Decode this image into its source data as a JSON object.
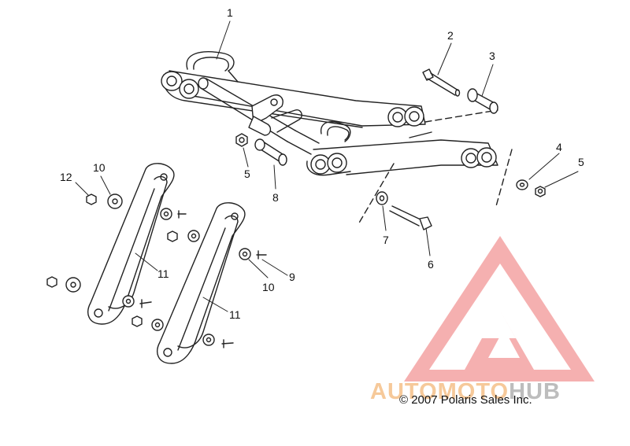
{
  "callouts": [
    {
      "id": "1",
      "text": "1"
    },
    {
      "id": "2",
      "text": "2"
    },
    {
      "id": "3",
      "text": "3"
    },
    {
      "id": "4",
      "text": "4"
    },
    {
      "id": "5a",
      "text": "5"
    },
    {
      "id": "5b",
      "text": "5"
    },
    {
      "id": "6",
      "text": "6"
    },
    {
      "id": "7",
      "text": "7"
    },
    {
      "id": "8",
      "text": "8"
    },
    {
      "id": "9",
      "text": "9"
    },
    {
      "id": "10a",
      "text": "10"
    },
    {
      "id": "10b",
      "text": "10"
    },
    {
      "id": "11a",
      "text": "11"
    },
    {
      "id": "11b",
      "text": "11"
    },
    {
      "id": "12",
      "text": "12"
    }
  ],
  "copyright": "© 2007 Polaris Sales Inc.",
  "watermark": {
    "part_a": "AUTOMOTO",
    "part_b": "HUB",
    "color_a": "#f6c99a",
    "color_b": "#bdbdbd",
    "triangle_color": "#f4a3a3"
  },
  "colors": {
    "line": "#222222",
    "fill": "#ffffff"
  }
}
